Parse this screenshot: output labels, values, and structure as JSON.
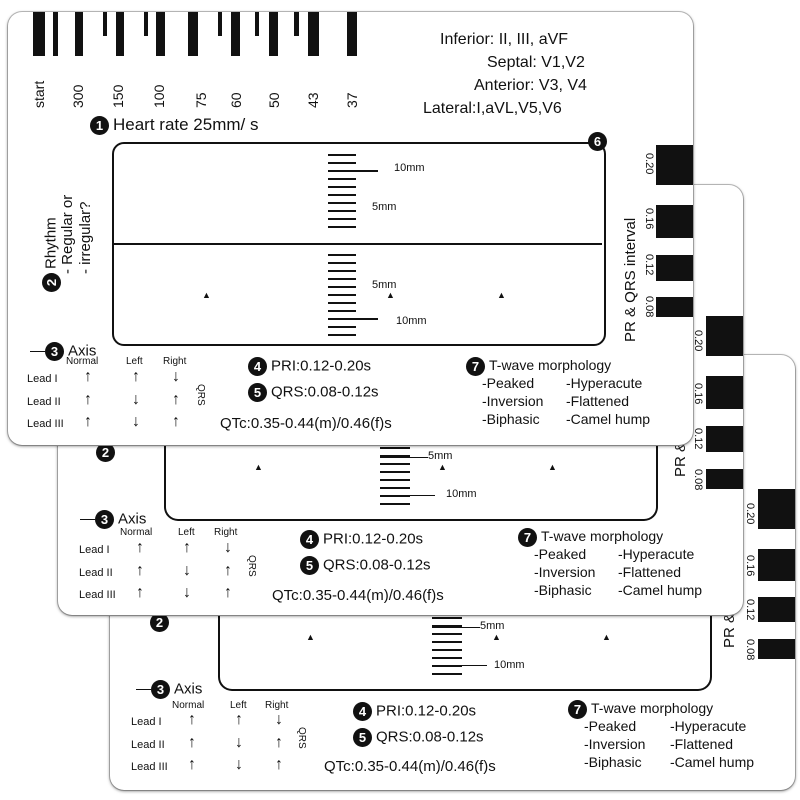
{
  "heart_rate": {
    "start_label": "start",
    "labels": [
      "300",
      "150",
      "100",
      "75",
      "60",
      "50",
      "43",
      "37"
    ],
    "title": "Heart rate 25mm/ s"
  },
  "leads": {
    "inferior": "Inferior: II, III, aVF",
    "septal": "Septal: V1,V2",
    "anterior": "Anterior: V3, V4",
    "lateral": "Lateral:I,aVL,V5,V6"
  },
  "rhythm": {
    "line1": "Rhythm",
    "line2": "- Regular or",
    "line3": "- irregular?"
  },
  "scale": {
    "ten_mm": "10mm",
    "five_mm": "5mm"
  },
  "interval": {
    "title": "PR & QRS interval",
    "values": [
      "0.20",
      "0.16",
      "0.12",
      "0.08"
    ]
  },
  "axis": {
    "title": "Axis",
    "columns": [
      "Normal",
      "Left",
      "Right"
    ],
    "qrs": "QRS",
    "leads": [
      "Lead I",
      "Lead II",
      "Lead III"
    ],
    "arrows": [
      [
        "↑",
        "↑",
        "↓"
      ],
      [
        "↑",
        "↓",
        "↑"
      ],
      [
        "↑",
        "↓",
        "↑"
      ]
    ]
  },
  "pri": "PRI:0.12-0.20s",
  "qrs": "QRS:0.08-0.12s",
  "qtc": "QTc:0.35-0.44(m)/0.46(f)s",
  "twave": {
    "title": "T-wave morphology",
    "left": [
      "-Peaked",
      "-Inversion",
      "-Biphasic"
    ],
    "right": [
      "-Hyperacute",
      "-Flattened",
      "-Camel hump"
    ]
  },
  "badges": [
    "1",
    "2",
    "3",
    "4",
    "5",
    "6",
    "7"
  ]
}
